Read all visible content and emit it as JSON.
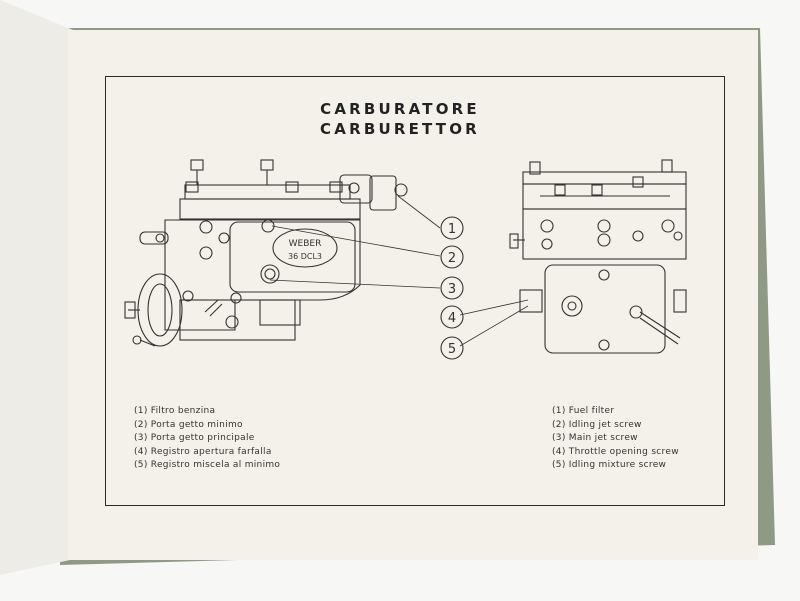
{
  "diagram": {
    "title_it": "CARBURATORE",
    "title_en": "CARBURETTOR",
    "stamp_line1": "WEBER",
    "stamp_line2": "36 DCL3",
    "callouts": [
      "1",
      "2",
      "3",
      "4",
      "5"
    ]
  },
  "legend_it": [
    "(1) Filtro benzina",
    "(2) Porta getto minimo",
    "(3) Porta getto principale",
    "(4) Registro apertura farfalla",
    "(5) Registro miscela al minimo"
  ],
  "legend_en": [
    "(1) Fuel filter",
    "(2) Idling jet screw",
    "(3) Main jet screw",
    "(4) Throttle opening screw",
    "(5) Idling mixture screw"
  ],
  "colors": {
    "paper": "#f3f1ea",
    "ink": "#2a2a2a",
    "cover": "#8f9a86"
  }
}
